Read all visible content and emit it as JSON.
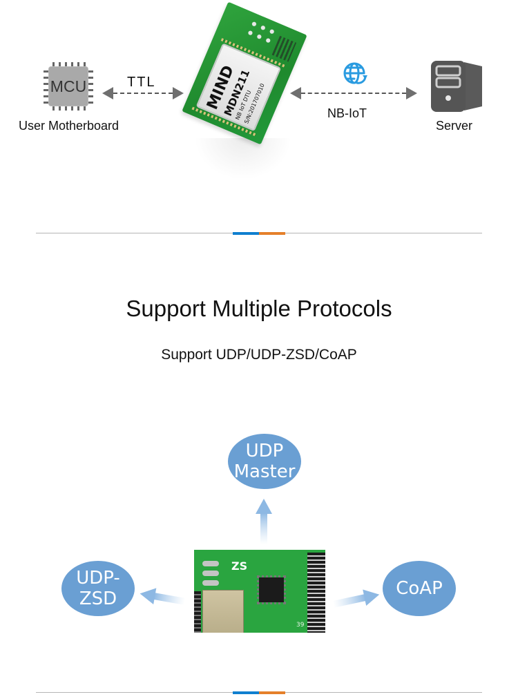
{
  "top_diagram": {
    "mcu_chip_label": "MCU",
    "mcu_caption": "User Motherboard",
    "link_left_label": "TTL",
    "module": {
      "brand": "MIND",
      "model": "MDN211",
      "line1": "NB IoT DTU",
      "serial": "S/N:201707010"
    },
    "link_right_label": "NB-IoT",
    "server_caption": "Server",
    "icons": {
      "mcu": "microchip-icon",
      "network": "globe-refresh-icon",
      "server": "server-tower-icon"
    }
  },
  "section": {
    "title": "Support Multiple Protocols",
    "subtitle": "Support UDP/UDP-ZSD/CoAP"
  },
  "protocol_diagram": {
    "nodes": [
      {
        "id": "udp-master",
        "line1": "UDP",
        "line2": "Master"
      },
      {
        "id": "udp-zsd",
        "line1": "UDP-",
        "line2": "ZSD"
      },
      {
        "id": "coap",
        "line1": "CoAP",
        "line2": ""
      }
    ],
    "board": {
      "logo": "ZS",
      "pin_number": "39"
    }
  },
  "colors": {
    "accent_blue": "#0f7fcf",
    "accent_orange": "#e5802a",
    "bubble_blue": "#6a9fd3",
    "globe_blue": "#2a9be0",
    "pcb_green": "#2aa540"
  }
}
